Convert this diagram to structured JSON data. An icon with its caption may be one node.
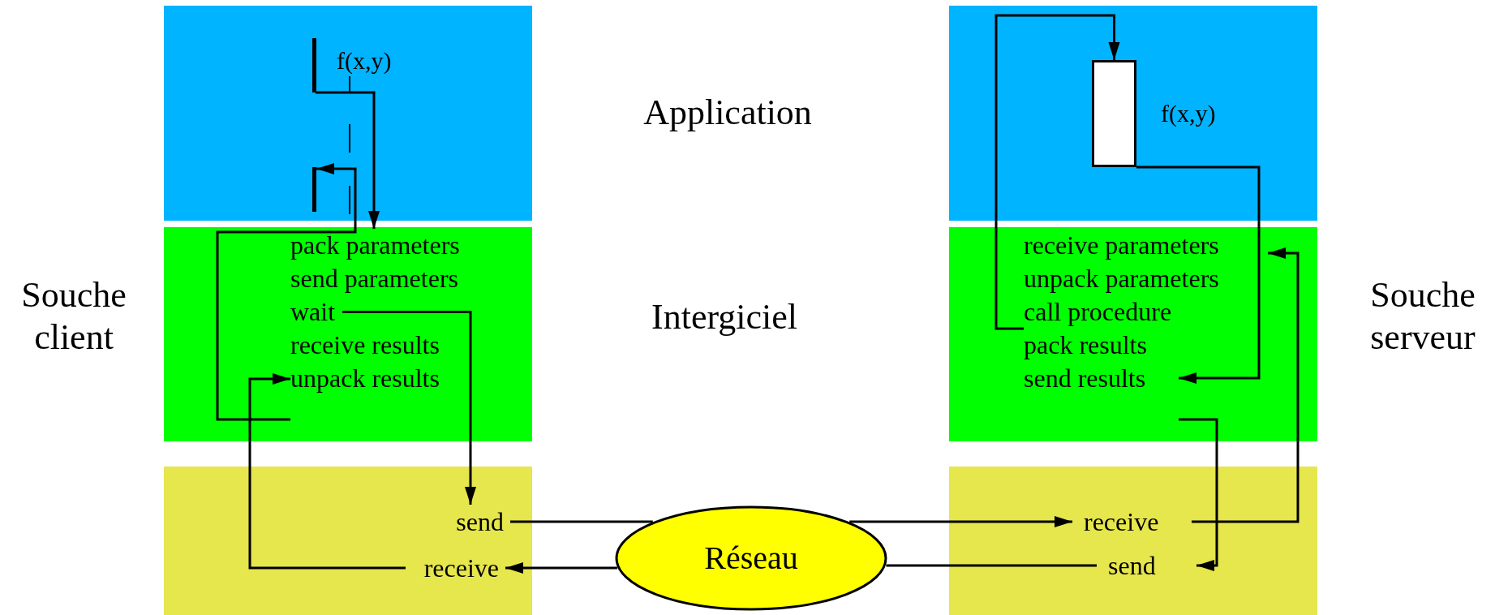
{
  "diagram": {
    "nodes": [
      {
        "text": [],
        "shape": "box"
      },
      {
        "text": [],
        "shape": "bar",
        "in": 0,
        "beside": [
          "f(x,y)"
        ]
      },
      {
        "text": [],
        "shape": "bar",
        "in": 0
      },
      {
        "text": [],
        "shape": "box"
      },
      {
        "text": [],
        "shape": "box",
        "in": 3,
        "beside": [
          "f(x,y)"
        ]
      },
      {
        "text": [],
        "shape": "box"
      },
      {
        "text": [
          "pack parameters"
        ],
        "in": 5
      },
      {
        "text": [
          "send parameters"
        ],
        "in": 5
      },
      {
        "text": [
          "wait"
        ],
        "in": 5
      },
      {
        "text": [
          "receive results"
        ],
        "in": 5
      },
      {
        "text": [
          "unpack results"
        ],
        "in": 5
      },
      {
        "text": [],
        "shape": "box"
      },
      {
        "text": [
          "receive parameters"
        ],
        "in": 11
      },
      {
        "text": [
          "unpack parameters"
        ],
        "in": 11
      },
      {
        "text": [
          "call procedure"
        ],
        "in": 11
      },
      {
        "text": [
          "pack results"
        ],
        "in": 11
      },
      {
        "text": [
          "send results"
        ],
        "in": 11
      },
      {
        "text": [],
        "shape": "box"
      },
      {
        "text": [
          "send"
        ],
        "in": 17
      },
      {
        "text": [
          "receive"
        ],
        "in": 17
      },
      {
        "text": [
          "Réseau"
        ]
      },
      {
        "text": [],
        "shape": "box"
      },
      {
        "text": [
          "receive"
        ],
        "in": 21
      },
      {
        "text": [
          "send"
        ],
        "in": 21
      }
    ],
    "edges": [
      {
        "from": 1,
        "to": 6,
        "arrow": "to"
      },
      {
        "from": 8,
        "to": 18,
        "arrow": "to"
      },
      {
        "from": 18,
        "to": 20,
        "arrow": "none"
      },
      {
        "from": 20,
        "to": 22,
        "arrow": "to"
      },
      {
        "from": 22,
        "to": 12,
        "arrow": "to"
      },
      {
        "from": 14,
        "to": 4,
        "arrow": "to"
      },
      {
        "from": 4,
        "to": 16,
        "arrow": "to"
      },
      {
        "from": 16,
        "to": 23,
        "arrow": "to"
      },
      {
        "from": 23,
        "to": 20,
        "arrow": "none"
      },
      {
        "from": 20,
        "to": 19,
        "arrow": "to"
      },
      {
        "from": 19,
        "to": 10,
        "arrow": "to"
      },
      {
        "from": 10,
        "to": 2,
        "arrow": "to"
      }
    ],
    "labels": [
      "Application",
      "Souche client",
      "Intergiciel",
      "Souche serveur"
    ]
  }
}
